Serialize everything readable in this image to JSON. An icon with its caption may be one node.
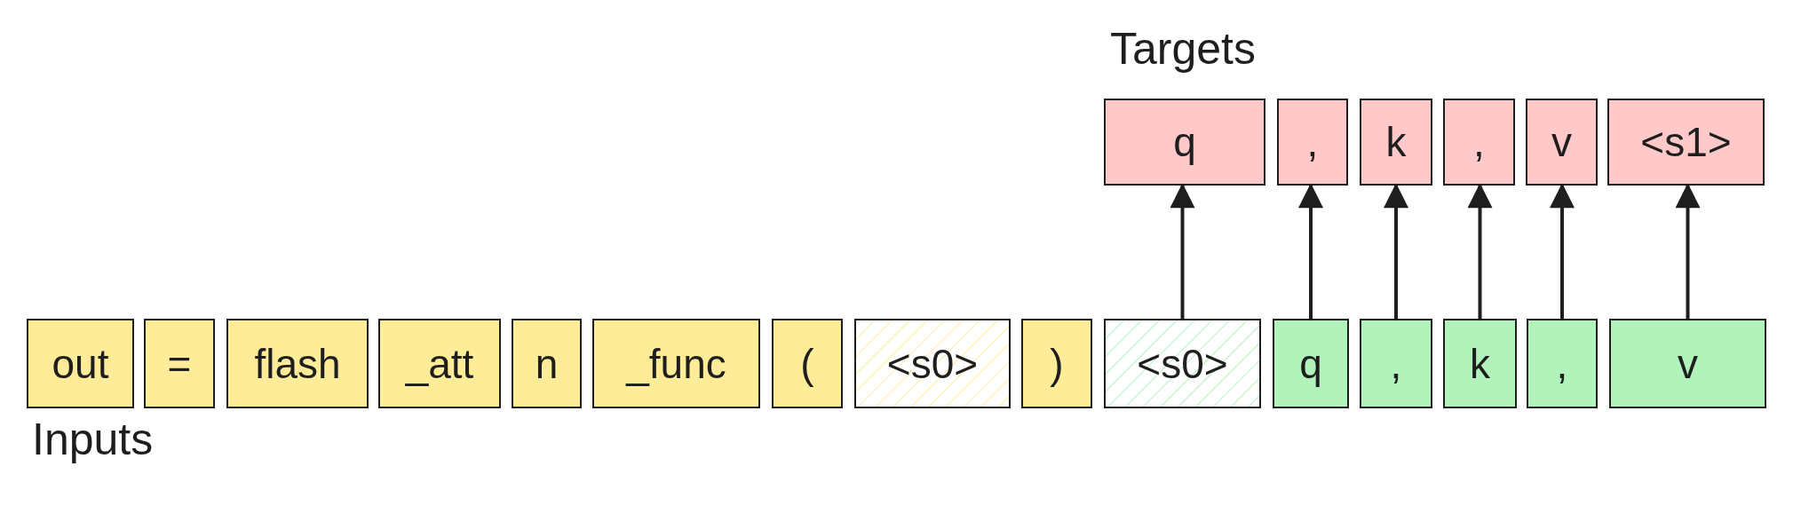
{
  "diagram": {
    "nodes": [
      {
        "text": [
          "q"
        ]
      },
      {
        "text": [
          ","
        ]
      },
      {
        "text": [
          "k"
        ]
      },
      {
        "text": [
          ","
        ]
      },
      {
        "text": [
          "v"
        ]
      },
      {
        "text": [
          "<s1>"
        ]
      },
      {
        "text": [
          "out"
        ]
      },
      {
        "text": [
          "="
        ]
      },
      {
        "text": [
          "flash"
        ]
      },
      {
        "text": [
          "_att"
        ]
      },
      {
        "text": [
          "n"
        ]
      },
      {
        "text": [
          "_func"
        ]
      },
      {
        "text": [
          "("
        ]
      },
      {
        "text": [
          "<s0>"
        ]
      },
      {
        "text": [
          ")"
        ]
      },
      {
        "text": [
          "<s0>"
        ]
      },
      {
        "text": [
          "q"
        ]
      },
      {
        "text": [
          ","
        ]
      },
      {
        "text": [
          "k"
        ]
      },
      {
        "text": [
          ","
        ]
      },
      {
        "text": [
          "v"
        ]
      }
    ],
    "edges": [
      {
        "from": 15,
        "to": 0,
        "arrow": "to"
      },
      {
        "from": 16,
        "to": 1,
        "arrow": "to"
      },
      {
        "from": 17,
        "to": 2,
        "arrow": "to"
      },
      {
        "from": 18,
        "to": 3,
        "arrow": "to"
      },
      {
        "from": 19,
        "to": 4,
        "arrow": "to"
      },
      {
        "from": 20,
        "to": 5,
        "arrow": "to"
      }
    ],
    "labels": [
      "Targets",
      "Inputs"
    ]
  }
}
